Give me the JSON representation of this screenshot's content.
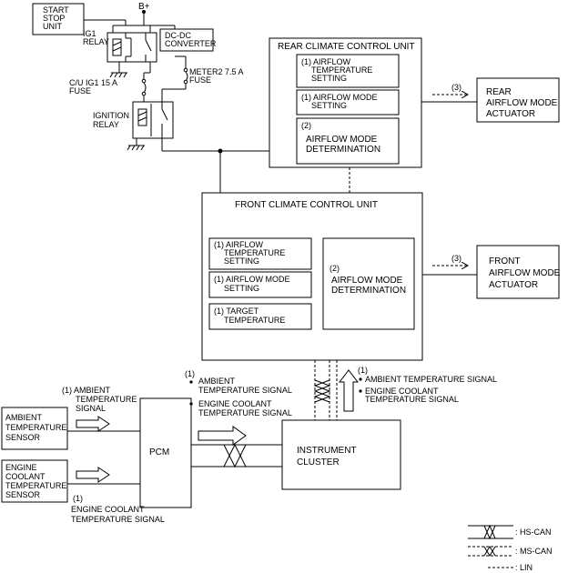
{
  "power": {
    "bplus": "B+"
  },
  "start_stop": [
    "START",
    "STOP",
    "UNIT"
  ],
  "ig1_relay": [
    "IG1",
    "RELAY"
  ],
  "dcdc": [
    "DC-DC",
    "CONVERTER"
  ],
  "meter2_fuse": [
    "METER2 7.5 A",
    "FUSE"
  ],
  "cu_fuse": [
    "C/U IG1 15 A",
    "FUSE"
  ],
  "ign_relay": [
    "IGNITION",
    "RELAY"
  ],
  "rear_unit": {
    "title": "REAR CLIMATE CONTROL UNIT",
    "box1": [
      "(1) AIRFLOW",
      "TEMPERATURE",
      "SETTING"
    ],
    "box2": [
      "(1) AIRFLOW MODE",
      "SETTING"
    ],
    "box3": [
      "(2)",
      "AIRFLOW MODE",
      "DETERMINATION"
    ]
  },
  "rear_arrow_label": "(3)",
  "rear_actuator": [
    "REAR",
    "AIRFLOW MODE",
    "ACTUATOR"
  ],
  "front_unit": {
    "title": "FRONT CLIMATE CONTROL UNIT",
    "box1": [
      "(1) AIRFLOW",
      "TEMPERATURE",
      "SETTING"
    ],
    "box2": [
      "(1) AIRFLOW MODE",
      "SETTING"
    ],
    "box3": [
      "(1) TARGET",
      "TEMPERATURE"
    ],
    "box4": [
      "(2)",
      "AIRFLOW MODE",
      "DETERMINATION"
    ]
  },
  "front_arrow_label": "(3)",
  "front_actuator": [
    "FRONT",
    "AIRFLOW MODE",
    "ACTUATOR"
  ],
  "ambient_sensor": [
    "AMBIENT",
    "TEMPERATURE",
    "SENSOR"
  ],
  "ambient_signal": [
    "(1) AMBIENT",
    "TEMPERATURE",
    "SIGNAL"
  ],
  "coolant_sensor": [
    "ENGINE",
    "COOLANT",
    "TEMPERATURE",
    "SENSOR"
  ],
  "coolant_signal": [
    "(1)",
    "ENGINE COOLANT",
    "TEMPERATURE SIGNAL"
  ],
  "pcm": "PCM",
  "pcm_signals": {
    "num": "(1)",
    "a": [
      "AMBIENT",
      "TEMPERATURE SIGNAL"
    ],
    "b": [
      "ENGINE COOLANT",
      "TEMPERATURE SIGNAL"
    ]
  },
  "cluster": [
    "INSTRUMENT",
    "CLUSTER"
  ],
  "cluster_signals": {
    "num": "(1)",
    "a": [
      "AMBIENT TEMPERATURE SIGNAL"
    ],
    "b": [
      "ENGINE COOLANT",
      "TEMPERATURE SIGNAL"
    ]
  },
  "legend": {
    "hs": ": HS-CAN",
    "ms": ": MS-CAN",
    "lin": ": LIN"
  }
}
